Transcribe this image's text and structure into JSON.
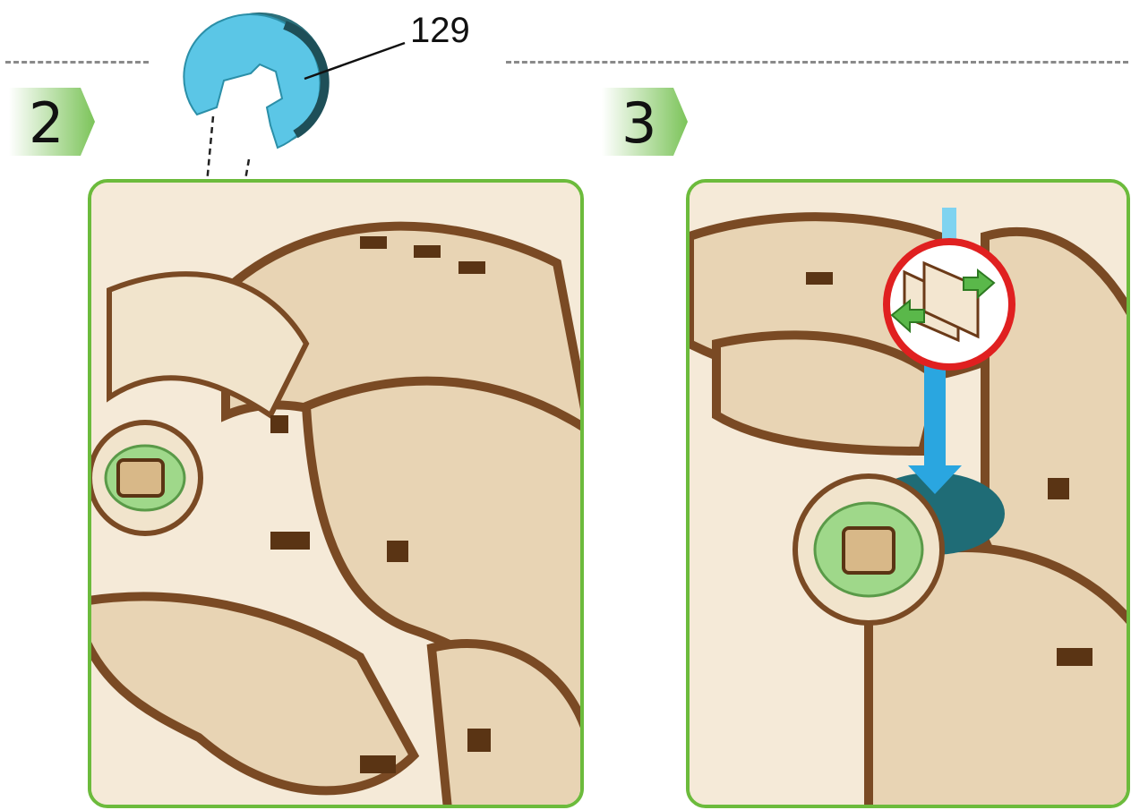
{
  "steps": [
    {
      "number": "2"
    },
    {
      "number": "3"
    }
  ],
  "part_callout": "129",
  "colors": {
    "frame_green": "#6cbb3c",
    "part_blue": "#5bc6e6",
    "arrow_blue": "#2aa6e0",
    "alert_red": "#e02020",
    "washer_green": "#9fd88a"
  },
  "icons": [
    "step-arrow-icon",
    "spacer-part-icon",
    "down-arrow-icon",
    "push-arrows-icon"
  ]
}
